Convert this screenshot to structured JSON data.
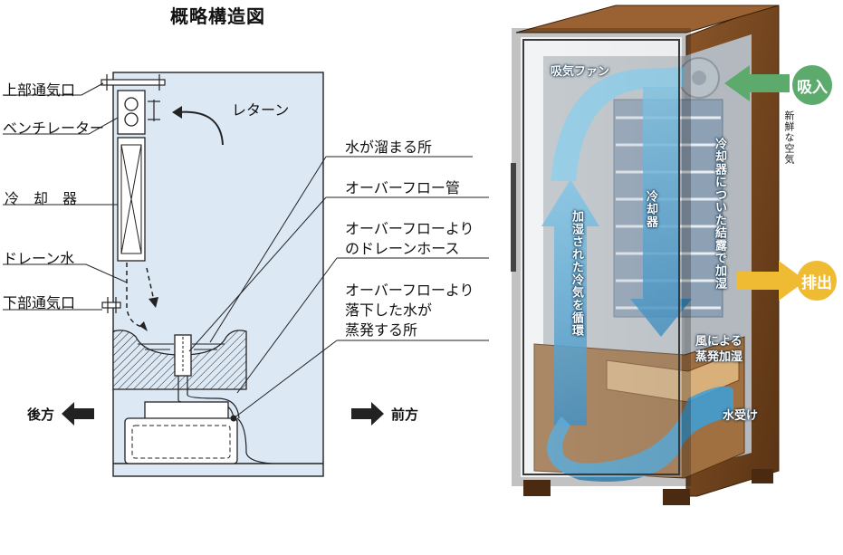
{
  "title": "概略構造図",
  "schematic": {
    "labels": {
      "upper_vent": "上部通気口",
      "ventilator": "ベンチレーター",
      "cooler": "冷　却　器",
      "drain_water": "ドレーン水",
      "lower_vent": "下部通気口",
      "return": "レターン",
      "water_pool": "水が溜まる所",
      "overflow_pipe": "オーバーフロー管",
      "overflow_drain_hose_line1": "オーバーフローより",
      "overflow_drain_hose_line2": "のドレーンホース",
      "overflow_evap_line1": "オーバーフローより",
      "overflow_evap_line2": "落下した水が",
      "overflow_evap_line3": "蒸発する所",
      "rear": "後方",
      "front": "前方"
    },
    "colors": {
      "panel_fill": "#dde8f5",
      "line": "#222222"
    }
  },
  "illustration": {
    "labels": {
      "intake_fan": "吸気ファン",
      "cooler": "冷却器",
      "humidified_air": "加湿された冷気を循環",
      "condensation": "冷却器についた結露で加湿",
      "wind_evap_line1": "風による",
      "wind_evap_line2": "蒸発加湿",
      "water_tray": "水受け",
      "fresh_air": "新鮮な空気"
    },
    "badges": {
      "intake": "吸入",
      "exhaust": "排出"
    },
    "colors": {
      "intake": "#5cab6c",
      "exhaust": "#eebb33",
      "cabinet": "#7a4a22"
    }
  }
}
